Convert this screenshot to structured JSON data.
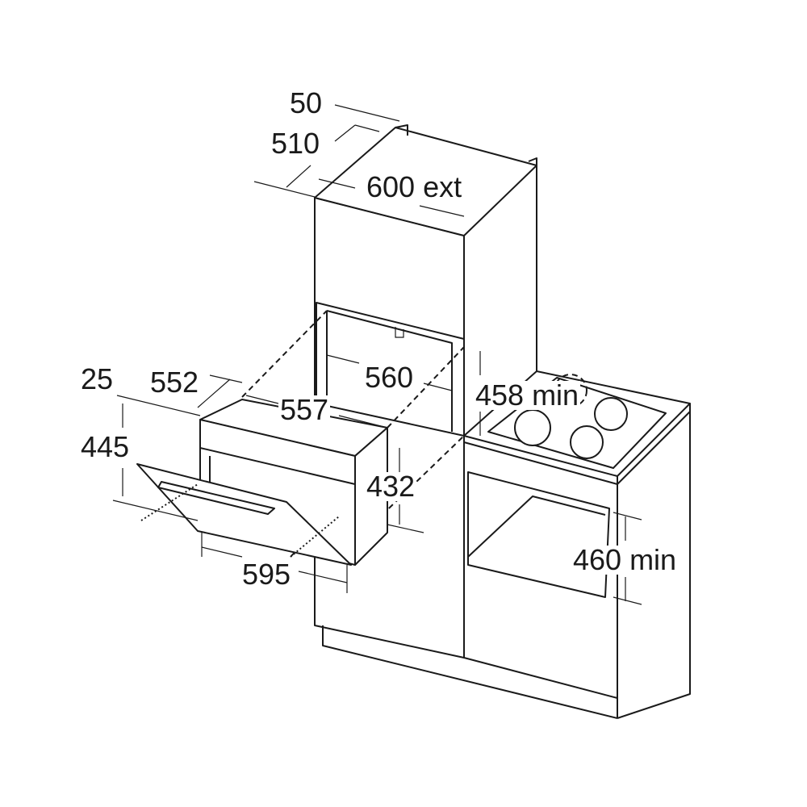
{
  "dimensions": {
    "d50": "50",
    "d510": "510",
    "d600ext": "600 ext",
    "d25": "25",
    "d552": "552",
    "d557": "557",
    "d560": "560",
    "d458min": "458 min",
    "d445": "445",
    "d432": "432",
    "d595": "595",
    "d460min": "460 min"
  }
}
